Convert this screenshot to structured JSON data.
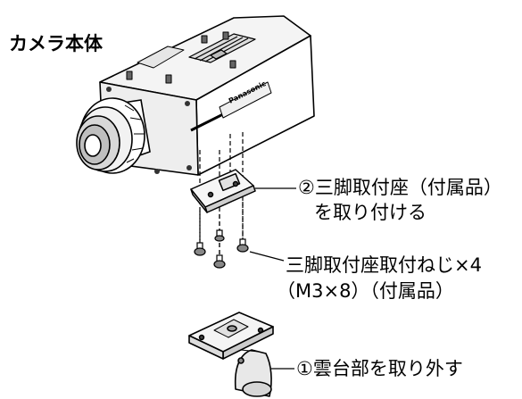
{
  "title": "カメラ本体",
  "brand": "Panasonic",
  "callouts": {
    "step2_line1": "②三脚取付座（付属品）",
    "step2_line2": "を取り付ける",
    "screws_line1": "三脚取付座取付ねじ×4",
    "screws_line2": "（M3×8）（付属品）",
    "step1": "①雲台部を取り外す"
  }
}
